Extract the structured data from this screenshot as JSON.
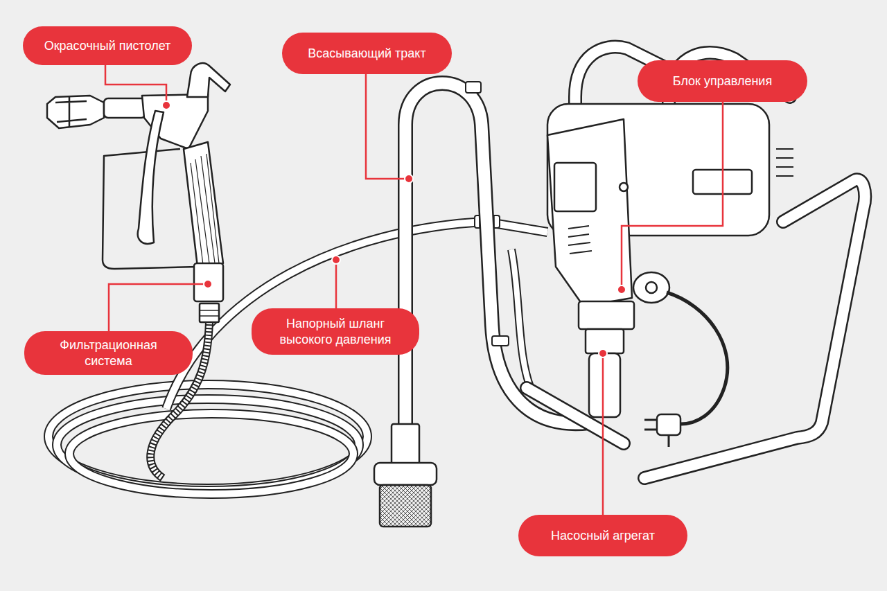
{
  "diagram": {
    "nodes": [
      {
        "text": [
          "Окрасочный пистолет"
        ]
      },
      {
        "text": [
          "Всасывающий тракт"
        ]
      },
      {
        "text": [
          "Блок управления"
        ]
      },
      {
        "text": [
          "Напорный шланг высокого давления"
        ]
      },
      {
        "text": [
          "Фильтрационная система"
        ]
      },
      {
        "text": [
          "Насосный агрегат"
        ]
      }
    ]
  }
}
